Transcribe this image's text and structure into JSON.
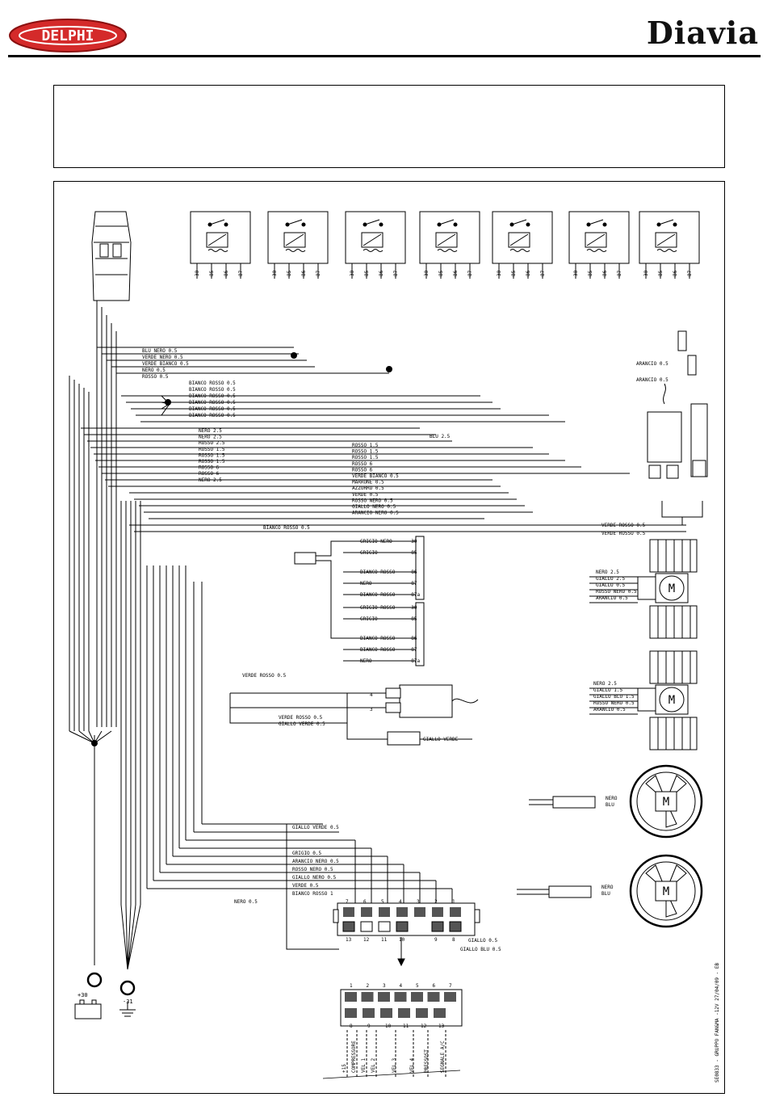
{
  "header": {
    "left_logo": "DELPHI",
    "right_logo": "Diavia"
  },
  "colors": {
    "brand_red": "#d42a2a",
    "line": "#000000"
  },
  "relays": [
    {
      "pins": [
        "30",
        "85",
        "86",
        "87"
      ]
    },
    {
      "pins": [
        "30",
        "85",
        "86",
        "87"
      ]
    },
    {
      "pins": [
        "30",
        "85",
        "86",
        "87"
      ]
    },
    {
      "pins": [
        "30",
        "85",
        "86",
        "87"
      ]
    },
    {
      "pins": [
        "30",
        "85",
        "86",
        "87"
      ]
    },
    {
      "pins": [
        "30",
        "85",
        "86",
        "87"
      ]
    },
    {
      "pins": [
        "30",
        "85",
        "86",
        "87"
      ]
    }
  ],
  "wire_labels_left": [
    "BLU NERO 0.5",
    "VERDE NERO 0.5",
    "VERDE BIANCO 0.5",
    "NERO 0.5",
    "ROSSO 0.5",
    "BIANCO ROSSO 0.5",
    "BIANCO ROSSO 0.5",
    "BIANCO ROSSO 0.5",
    "BIANCO ROSSO 0.5",
    "BIANCO ROSSO 0.5",
    "BIANCO ROSSO 0.5"
  ],
  "wire_labels_mid": [
    "NERO 2.5",
    "NERO 2.5",
    "ROSSO 2.5",
    "ROSSO 1.5",
    "ROSSO 1.5",
    "ROSSO 1.5",
    "ROSSO 6",
    "ROSSO 6",
    "NERO 2.5"
  ],
  "wire_labels_center": [
    "ROSSO 1.5",
    "ROSSO 1.5",
    "ROSSO 1.5",
    "ROSSO 6",
    "ROSSO 6",
    "VERDE BIANCO 0.5",
    "MARRONE 0.5",
    "AZZURRO 0.5",
    "VERDE 0.5",
    "ROSSO NERO 0.5",
    "GIALLO NERO 0.5",
    "ARANCIO NERO 0.5"
  ],
  "relay_block_upper": [
    {
      "label": "GRIGIO NERO",
      "pin": "30"
    },
    {
      "label": "GRIGIO",
      "pin": "85"
    },
    {
      "label": "BIANCO ROSSO",
      "pin": "86"
    },
    {
      "label": "NERO",
      "pin": "87"
    },
    {
      "label": "BIANCO ROSSO",
      "pin": "87a"
    }
  ],
  "relay_block_lower": [
    {
      "label": "GRIGIO ROSSO",
      "pin": "30"
    },
    {
      "label": "GRIGIO",
      "pin": "85"
    },
    {
      "label": "BIANCO ROSSO",
      "pin": "86"
    },
    {
      "label": "BIANCO ROSSO",
      "pin": "87"
    },
    {
      "label": "NERO",
      "pin": "87a"
    }
  ],
  "blower_1_wires": [
    "NERO 2.5",
    "GIALLO 2.5",
    "GIALLO 0.5",
    "ROSSO NERO 0.5",
    "ARANCIO 0.5"
  ],
  "blower_2_wires": [
    "NERO 2.5",
    "GIALLO 1.5",
    "GIALLO BLU 1.5",
    "ROSSO NERO 0.5",
    "ARANCIO 0.5"
  ],
  "fan_wires": [
    "NERO",
    "BLU"
  ],
  "switch_wires": [
    "VERDE ROSSO 0.5",
    "GIALLO VERDE 0.5",
    "GIALLO VERDE"
  ],
  "switch_pins": [
    "4",
    "3"
  ],
  "top_labels": [
    "BIANCO ROSSO 0.5",
    "VERDE ROSSO 0.5",
    "ARANCIO 0.5",
    "ARANCIO 0.5",
    "BLU 2.5",
    "VERDE ROSSO 0.5"
  ],
  "connector_main": {
    "top_pins": [
      "7",
      "6",
      "5",
      "4",
      "3",
      "2",
      "1"
    ],
    "bottom_pins": [
      "13",
      "12",
      "11",
      "10",
      "9",
      "8"
    ],
    "wires": [
      "GIALLO VERDE 0.5",
      "GRIGIO 0.5",
      "ARANCIO NERO 0.5",
      "ROSSO NERO 0.5",
      "GIALLO NERO 0.5",
      "VERDE 0.5",
      "BIANCO ROSSO 1",
      "NERO 0.5"
    ],
    "out_wires": [
      "GIALLO 0.5",
      "GIALLO BLU 0.5"
    ]
  },
  "connector_bottom": {
    "top_pins": [
      "1",
      "2",
      "3",
      "4",
      "5",
      "6",
      "7"
    ],
    "bottom_pins": [
      "8",
      "9",
      "10",
      "11",
      "12",
      "13"
    ],
    "signals": [
      "+15",
      "COMPRESSORE",
      "VEL 1",
      "VEL 2",
      "VEL 3",
      "VEL 4",
      "PRESSOST",
      "SEGNALE A/C"
    ]
  },
  "terminals": {
    "battery_plus": "+30",
    "ground": "-31"
  },
  "side_note": "SE0833 - GRUPPO FAN&MA -12V  27/04/09 - EB"
}
